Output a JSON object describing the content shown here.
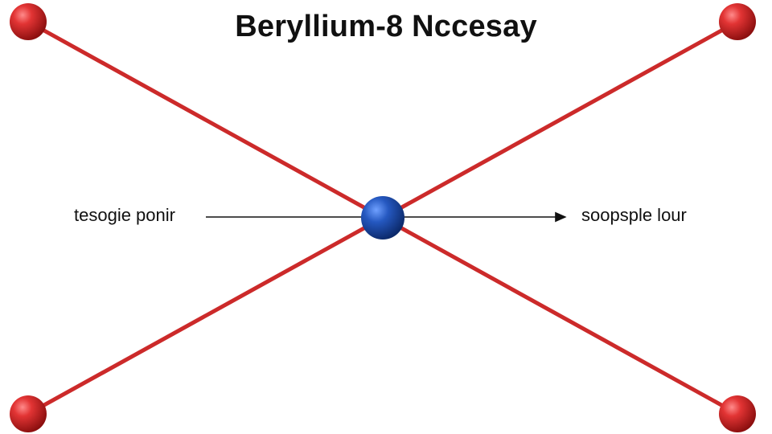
{
  "title": "Beryllium-8 Nccesay",
  "labels": {
    "left": "tesogie ponir",
    "right": "soopsple lour"
  },
  "colors": {
    "background": "#ffffff",
    "line": "#cc2a2a",
    "outer_sphere": "#cc1f1f",
    "center_sphere": "#1f4fa8",
    "arrow": "#111111",
    "text": "#111111"
  },
  "icons": {
    "outer_particles": "red-sphere-icon",
    "center_particle": "blue-sphere-icon",
    "arrow": "arrow-right-icon"
  }
}
